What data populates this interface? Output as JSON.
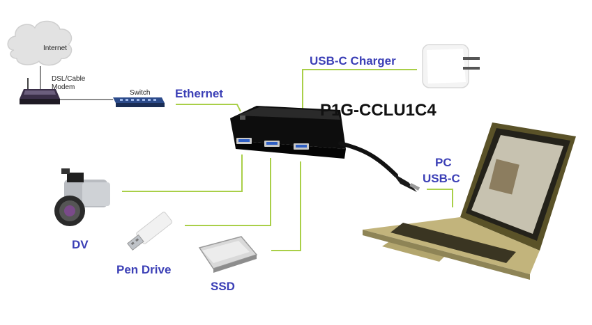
{
  "model": "P1G-CCLU1C4",
  "labels": {
    "internet": "Internet",
    "modem": "DSL/Cable\nModem",
    "switch": "Switch",
    "ethernet": "Ethernet",
    "charger": "USB-C Charger",
    "pc_line1": "PC",
    "pc_line2": "USB-C",
    "dv": "DV",
    "pen_drive": "Pen Drive",
    "ssd": "SSD"
  },
  "colors": {
    "connector_line": "#a9cf48",
    "label_blue": "#3b3fb6",
    "hub_body": "#141414",
    "usb_port_blue": "#2f5fc4"
  }
}
